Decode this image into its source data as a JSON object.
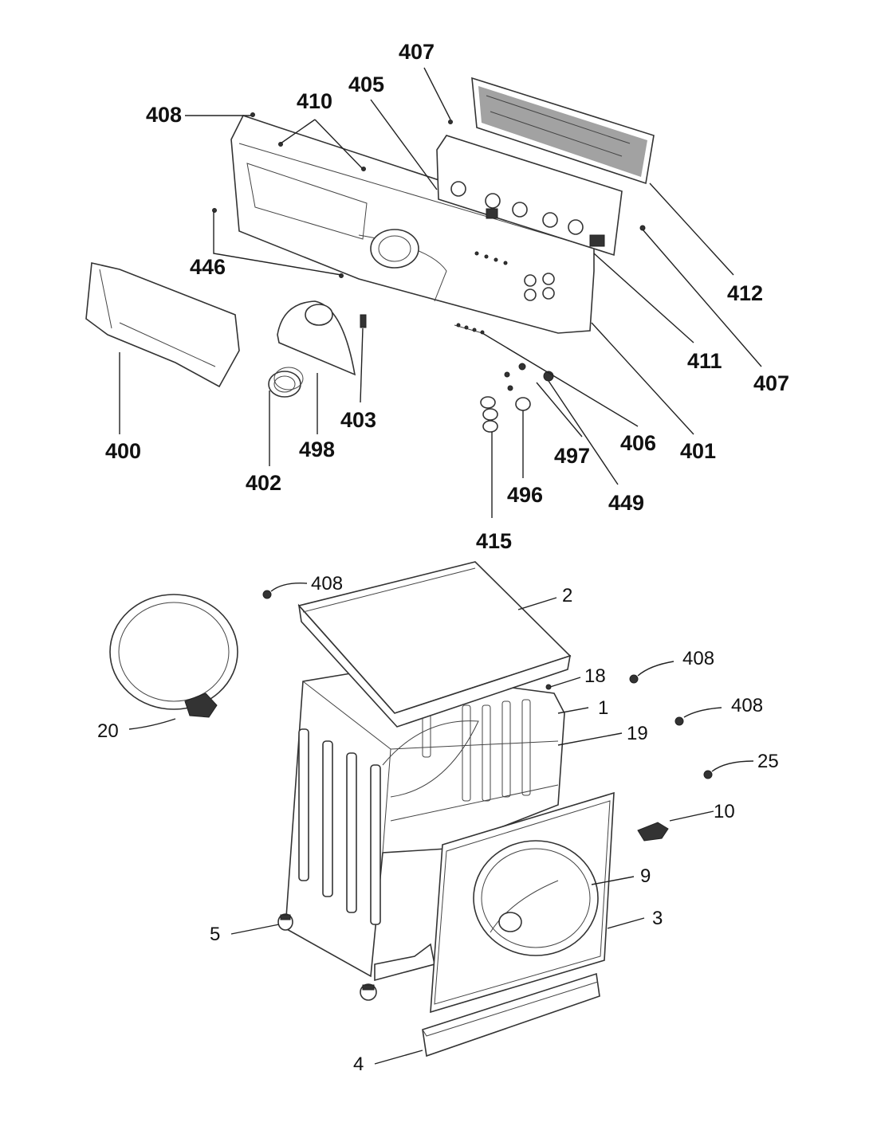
{
  "diagram": {
    "top_labels": [
      "407",
      "408",
      "410",
      "405",
      "446",
      "412",
      "411",
      "407",
      "400",
      "402",
      "498",
      "403",
      "406",
      "401",
      "497",
      "449",
      "496",
      "415"
    ],
    "bottom_labels": [
      "408",
      "2",
      "408",
      "18",
      "1",
      "408",
      "19",
      "20",
      "25",
      "10",
      "9",
      "5",
      "3",
      "4"
    ]
  }
}
